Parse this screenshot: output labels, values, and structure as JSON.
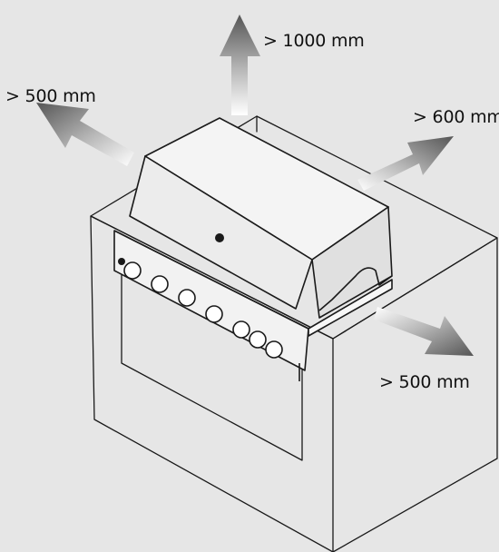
{
  "clearances": {
    "top": "> 1000 mm",
    "back_left": "> 500 mm",
    "back_right": "> 600 mm",
    "front_right": "> 500 mm"
  },
  "colors": {
    "background": "#e6e6e6",
    "arrow_dark": "#555555",
    "arrow_light": "#ffffff",
    "line": "#1a1a1a",
    "grill_fill": "#f2f2f2"
  }
}
